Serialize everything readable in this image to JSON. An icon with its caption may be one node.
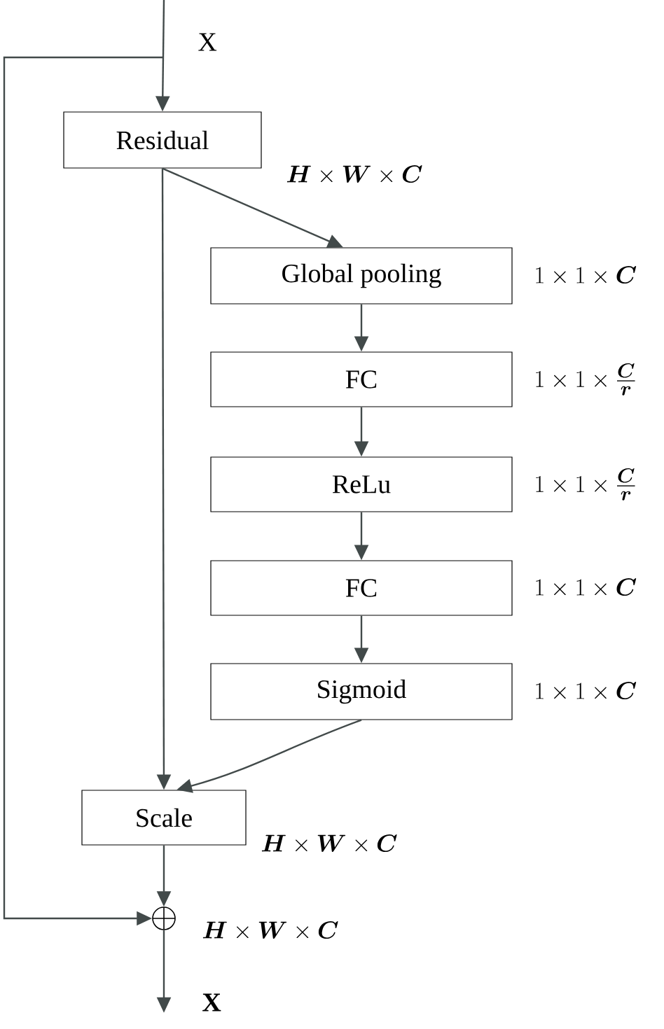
{
  "diagram": {
    "nodes": [
      {
        "text": [
          "Residual"
        ],
        "beside": [
          "\\boldsymbol{H}\\times\\boldsymbol{W}\\times\\boldsymbol{C}"
        ]
      },
      {
        "text": [
          "Global pooling"
        ],
        "beside": [
          "1\\times 1\\times\\boldsymbol{C}"
        ]
      },
      {
        "text": [
          "FC"
        ],
        "beside": [
          "1\\times 1\\times\\frac{\\boldsymbol{C}}{\\boldsymbol{r}}"
        ]
      },
      {
        "text": [
          "ReLu"
        ],
        "beside": [
          "1\\times 1\\times\\frac{\\boldsymbol{C}}{\\boldsymbol{r}}"
        ]
      },
      {
        "text": [
          "FC"
        ],
        "beside": [
          "1\\times 1\\times\\boldsymbol{C}"
        ]
      },
      {
        "text": [
          "Sigmoid"
        ],
        "beside": [
          "1\\times 1\\times\\boldsymbol{C}"
        ]
      },
      {
        "text": [
          "Scale"
        ],
        "beside": [
          "\\boldsymbol{H}\\times\\boldsymbol{W}\\times\\boldsymbol{C}"
        ]
      },
      {
        "text": [],
        "shape": "circle",
        "beside": [
          "\\boldsymbol{H}\\times\\boldsymbol{W}\\times\\boldsymbol{C}"
        ]
      },
      {
        "text": [
          "X"
        ]
      }
    ],
    "edges": [
      {
        "from": null,
        "to": 0,
        "arrow": "to"
      },
      {
        "from": null,
        "to": 7,
        "arrow": "to"
      },
      {
        "from": 0,
        "to": 1,
        "arrow": "to"
      },
      {
        "from": 1,
        "to": 2,
        "arrow": "to"
      },
      {
        "from": 2,
        "to": 3,
        "arrow": "to"
      },
      {
        "from": 3,
        "to": 4,
        "arrow": "to"
      },
      {
        "from": 4,
        "to": 5,
        "arrow": "to"
      },
      {
        "from": 0,
        "to": 6,
        "arrow": "to"
      },
      {
        "from": 5,
        "to": 6,
        "arrow": "to"
      },
      {
        "from": 6,
        "to": 7,
        "arrow": "to"
      },
      {
        "from": 7,
        "to": 8,
        "arrow": "to"
      }
    ],
    "labels": [
      "X"
    ]
  }
}
